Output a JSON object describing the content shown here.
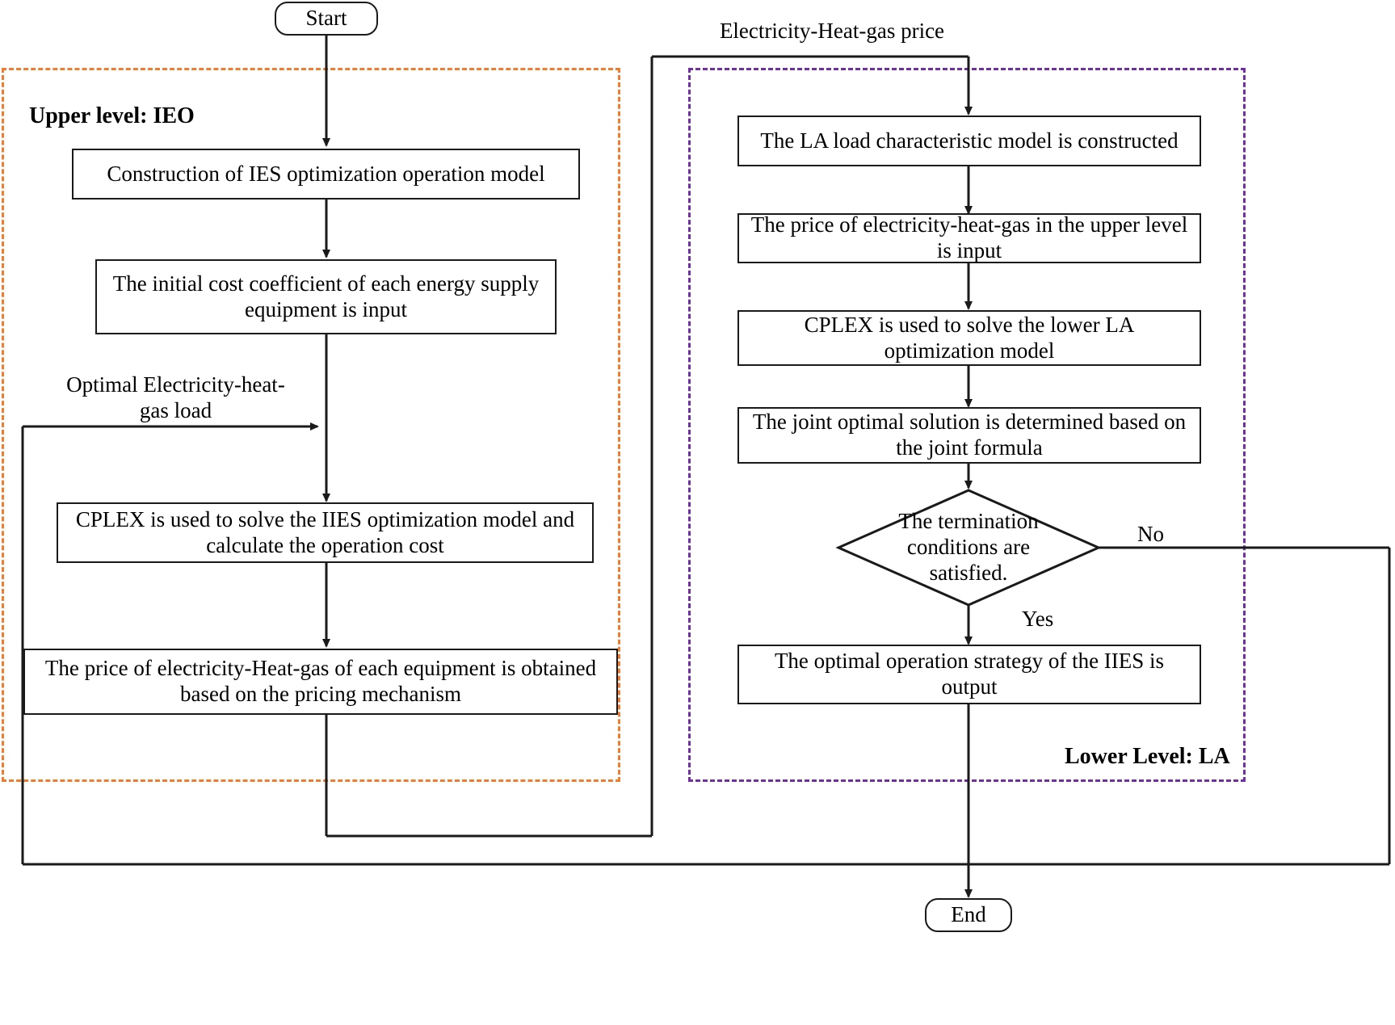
{
  "diagram": {
    "title": "Bi-level IIES optimization flowchart",
    "colors": {
      "upper_zone_border": "#ED7D31",
      "lower_zone_border": "#7030A0",
      "node_border": "#1a1a1a",
      "line": "#1a1a1a",
      "background": "#ffffff"
    },
    "zones": [
      {
        "id": "upper",
        "label": "Upper level: IEO",
        "border_color": "#ED7D31",
        "style": "dashed"
      },
      {
        "id": "lower",
        "label": "Lower Level: LA",
        "border_color": "#7030A0",
        "style": "dashed"
      }
    ],
    "nodes": [
      {
        "id": "start",
        "type": "terminator",
        "text": "Start"
      },
      {
        "id": "u1",
        "type": "process",
        "text": "Construction of IES optimization operation model"
      },
      {
        "id": "u2",
        "type": "process",
        "text": "The initial cost coefficient of each energy supply equipment is input"
      },
      {
        "id": "u3",
        "type": "process",
        "text": "CPLEX is used to solve the IIES optimization model and calculate the operation cost"
      },
      {
        "id": "u4",
        "type": "process",
        "text": "The price of electricity-Heat-gas of each equipment is obtained based on the pricing mechanism"
      },
      {
        "id": "l1",
        "type": "process",
        "text": "The LA load characteristic model is constructed"
      },
      {
        "id": "l2",
        "type": "process",
        "text": "The price of electricity-heat-gas in the upper level is input"
      },
      {
        "id": "l3",
        "type": "process",
        "text": "CPLEX is used to solve the lower LA optimization model"
      },
      {
        "id": "l4",
        "type": "process",
        "text": "The joint optimal solution is determined based on the joint formula"
      },
      {
        "id": "d1",
        "type": "decision",
        "text": "The termination conditions are satisfied."
      },
      {
        "id": "l5",
        "type": "process",
        "text": "The optimal operation strategy of the IIES is output"
      },
      {
        "id": "end",
        "type": "terminator",
        "text": "End"
      }
    ],
    "edge_labels": [
      {
        "id": "price-flow",
        "text": "Electricity-Heat-gas price"
      },
      {
        "id": "load-feedback",
        "text": "Optimal Electricity-heat-gas load"
      },
      {
        "id": "decision-no",
        "text": "No"
      },
      {
        "id": "decision-yes",
        "text": "Yes"
      }
    ]
  }
}
